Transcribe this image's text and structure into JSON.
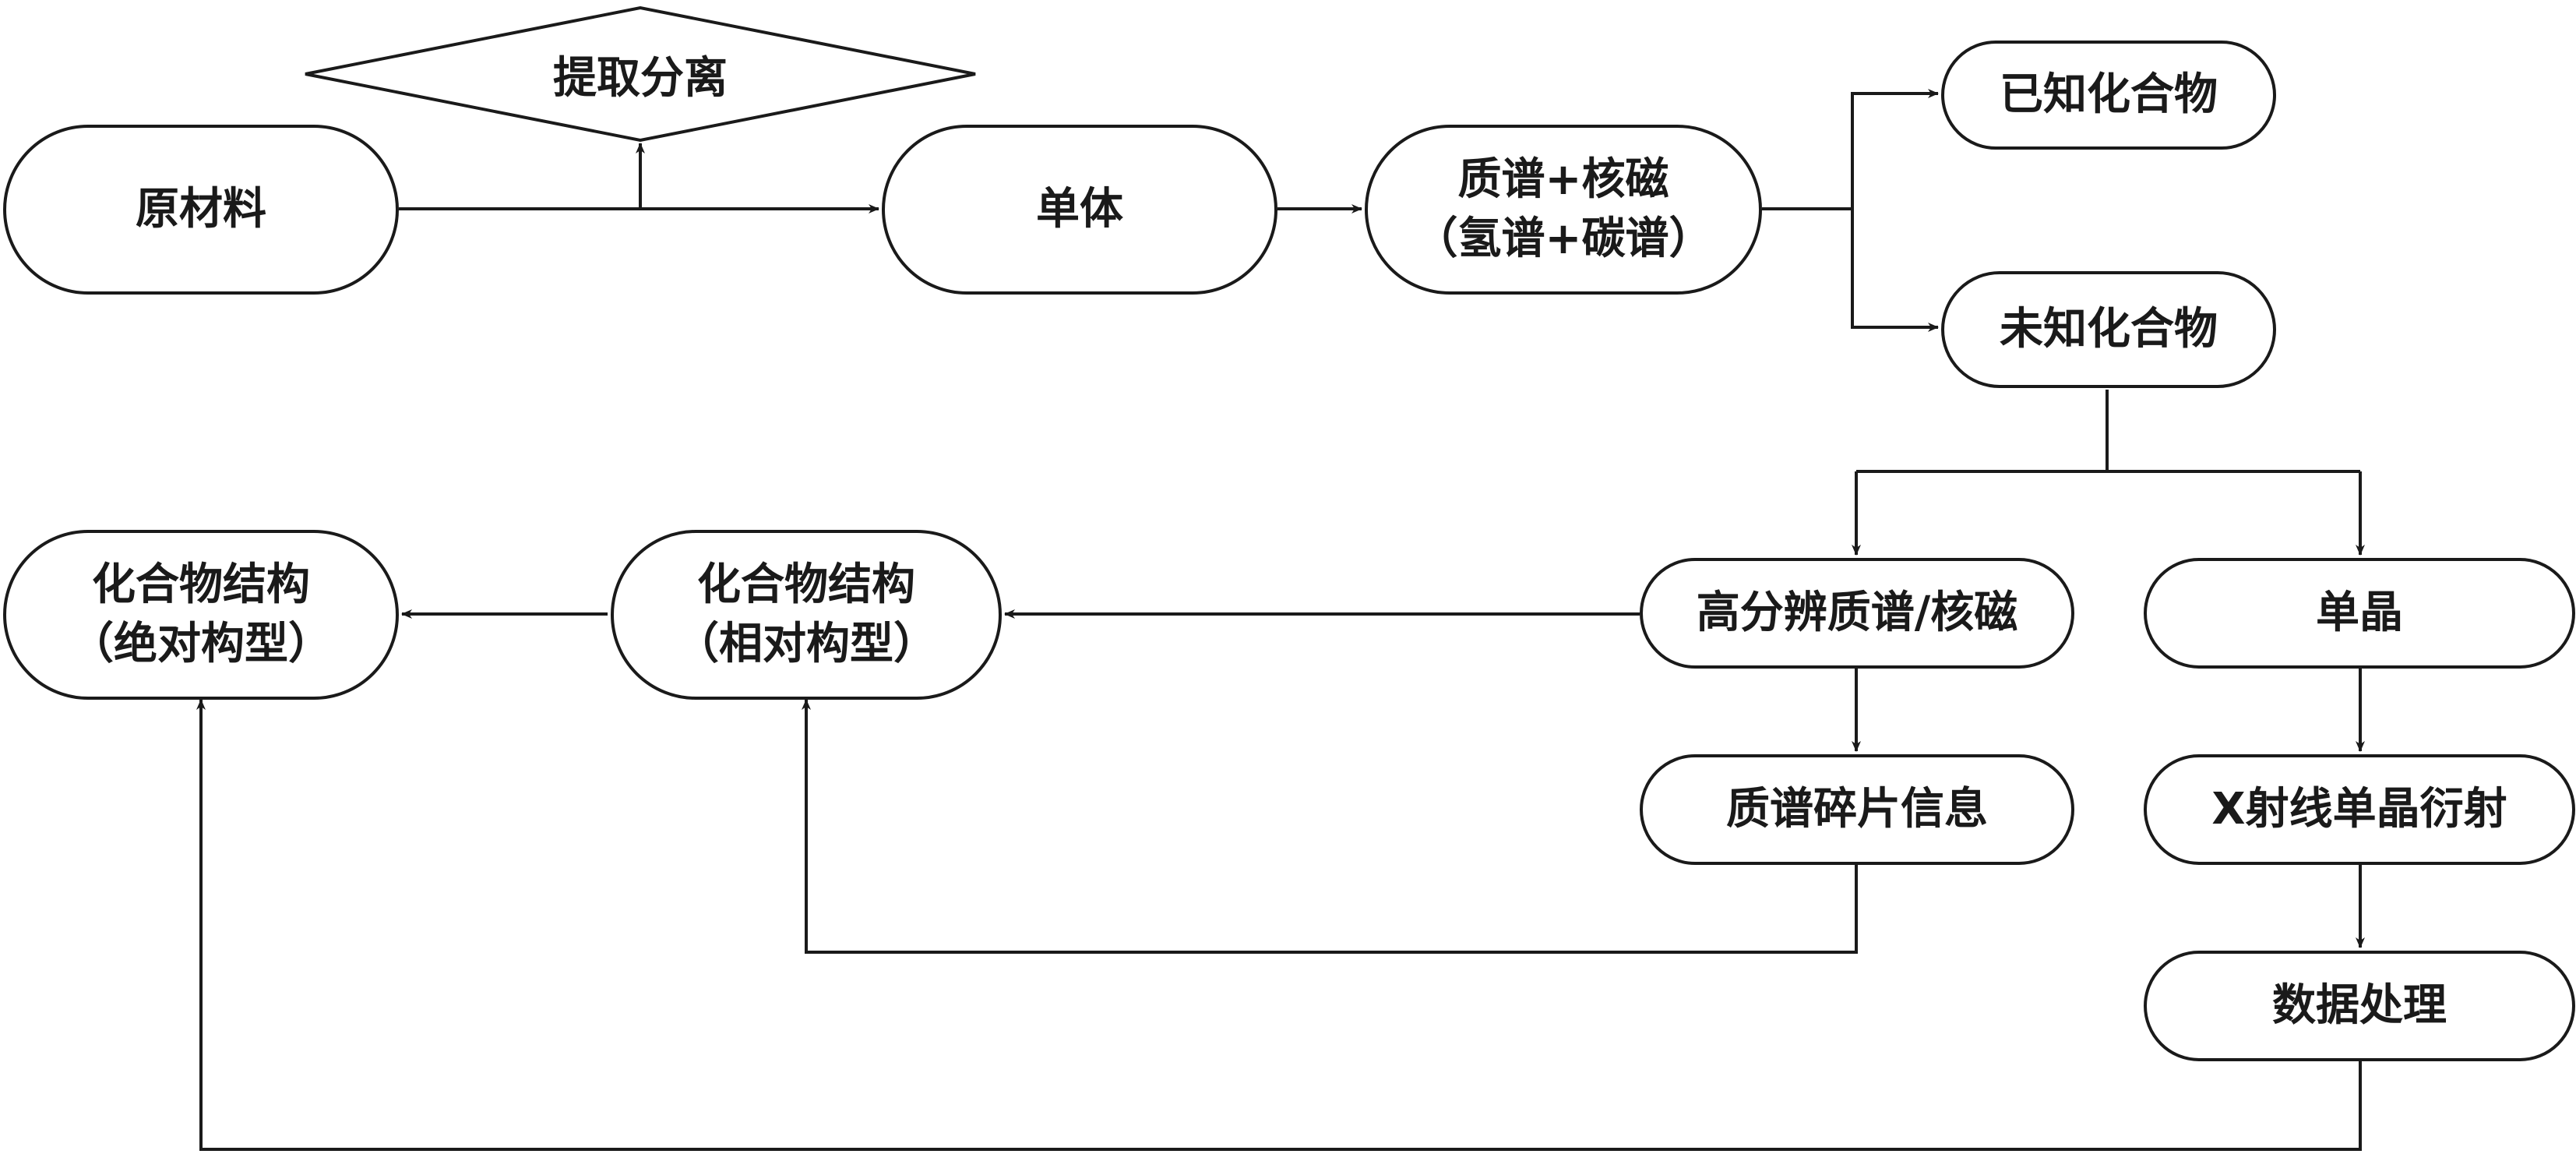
{
  "nodes": {
    "raw_material": "原材料",
    "extraction": "提取分离",
    "monomer": "单体",
    "ms_nmr": [
      "质谱+核磁",
      "（氢谱+碳谱）"
    ],
    "known_compound": "已知化合物",
    "unknown_compound": "未知化合物",
    "hr_ms_nmr": "高分辨质谱/核磁",
    "single_crystal": "单晶",
    "ms_fragment": "质谱碎片信息",
    "xray": "X射线单晶衍射",
    "data_processing": "数据处理",
    "relative_config": [
      "化合物结构",
      "（相对构型）"
    ],
    "absolute_config": [
      "化合物结构",
      "（绝对构型）"
    ]
  },
  "colors": {
    "stroke": "#1a1a1a",
    "fill": "#ffffff"
  }
}
